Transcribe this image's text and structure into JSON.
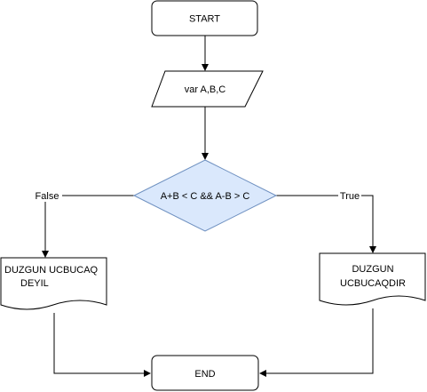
{
  "diagram": {
    "nodes": {
      "start": {
        "label": "START",
        "shape": "rounded-rectangle"
      },
      "input": {
        "label": "var A,B,C",
        "shape": "parallelogram"
      },
      "decision": {
        "label": "A+B < C && A-B > C",
        "shape": "diamond"
      },
      "left_output": {
        "line1": "DUZGUN UCBUCAQ",
        "line2": "DEYIL",
        "shape": "document"
      },
      "right_output": {
        "line1": "DUZGUN",
        "line2": "UCBUCAQDIR",
        "shape": "document"
      },
      "end": {
        "label": "END",
        "shape": "rounded-rectangle"
      }
    },
    "edges": [
      {
        "from": "start",
        "to": "input",
        "label": ""
      },
      {
        "from": "input",
        "to": "decision",
        "label": ""
      },
      {
        "from": "decision",
        "to": "left_output",
        "label": "False"
      },
      {
        "from": "decision",
        "to": "right_output",
        "label": "True"
      },
      {
        "from": "left_output",
        "to": "end",
        "label": ""
      },
      {
        "from": "right_output",
        "to": "end",
        "label": ""
      }
    ],
    "colors": {
      "decision_fill": "#dae8fc",
      "decision_stroke": "#6c8ebf",
      "shape_stroke": "#000000",
      "shape_fill": "#ffffff"
    }
  }
}
